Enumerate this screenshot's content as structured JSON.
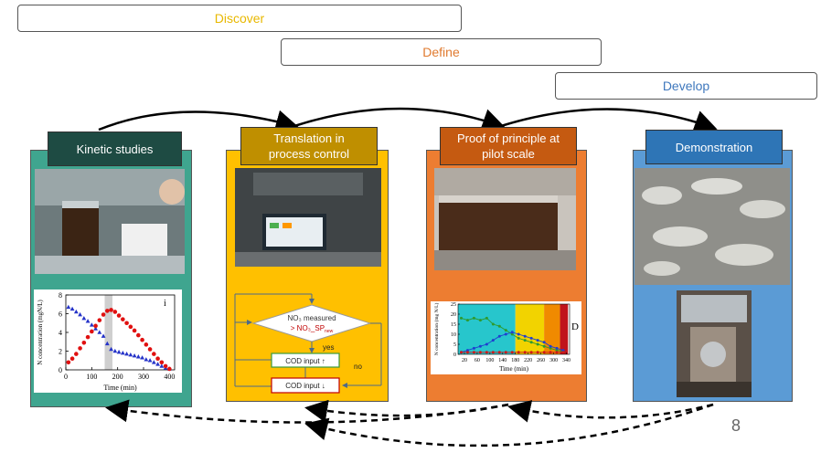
{
  "phases": {
    "discover": {
      "label": "Discover",
      "color": "#E8B800"
    },
    "define": {
      "label": "Define",
      "color": "#E07A2F"
    },
    "develop": {
      "label": "Develop",
      "color": "#3F78BD"
    }
  },
  "stages": [
    {
      "title": "Kinetic studies",
      "panel_color": "#3FA58F",
      "title_color": "#1E4B43"
    },
    {
      "title": "Translation in process control",
      "panel_color": "#FFC000",
      "title_color": "#BF8F00"
    },
    {
      "title": "Proof of principle at pilot scale",
      "panel_color": "#ED7D31",
      "title_color": "#C55A11"
    },
    {
      "title": "Demonstration",
      "panel_color": "#5B9BD5",
      "title_color": "#2E75B6"
    }
  ],
  "flowchart": {
    "decision": "NO₃ measured",
    "decision_line2": "> NO₃_SP",
    "decision_sub": "new",
    "yes": "yes",
    "no": "no",
    "cod_up": "COD input ↑",
    "cod_down": "COD input ↓"
  },
  "page_number": "8",
  "chart_data": [
    {
      "type": "scatter",
      "panel_label": "i",
      "xlabel": "Time (min)",
      "ylabel": "N concentration (mgN/L)",
      "xlim": [
        0,
        420
      ],
      "ylim": [
        0,
        8
      ],
      "xticks": [
        0,
        100,
        200,
        300,
        400
      ],
      "yticks": [
        0,
        2,
        4,
        6,
        8
      ],
      "shaded_x": [
        150,
        180
      ],
      "series": [
        {
          "marker": "triangle",
          "color": "#2432C8",
          "x": [
            10,
            25,
            40,
            55,
            70,
            85,
            100,
            115,
            130,
            145,
            160,
            175,
            190,
            205,
            220,
            235,
            250,
            265,
            280,
            295,
            310,
            325,
            340,
            355,
            370,
            385,
            400
          ],
          "y": [
            6.7,
            6.5,
            6.2,
            5.9,
            5.5,
            5.2,
            4.8,
            4.4,
            4.0,
            3.6,
            2.8,
            2.2,
            2.0,
            1.9,
            1.8,
            1.7,
            1.6,
            1.5,
            1.4,
            1.3,
            1.1,
            1.0,
            0.8,
            0.6,
            0.4,
            0.2,
            0.1
          ]
        },
        {
          "marker": "circle",
          "color": "#E01010",
          "x": [
            10,
            25,
            40,
            55,
            70,
            85,
            100,
            115,
            130,
            145,
            160,
            175,
            190,
            205,
            220,
            235,
            250,
            265,
            280,
            295,
            310,
            325,
            340,
            355,
            370,
            385,
            400
          ],
          "y": [
            0.8,
            1.2,
            1.7,
            2.3,
            2.9,
            3.5,
            4.1,
            4.7,
            5.3,
            5.9,
            6.3,
            6.4,
            6.2,
            5.8,
            5.4,
            5.0,
            4.6,
            4.2,
            3.7,
            3.2,
            2.7,
            2.2,
            1.7,
            1.2,
            0.8,
            0.4,
            0.1
          ]
        }
      ]
    },
    {
      "type": "line",
      "panel_label": "D",
      "xlabel": "Time (min)",
      "ylabel": "N concentration (mg N/L)",
      "xlim": [
        0,
        350
      ],
      "ylim": [
        0,
        25
      ],
      "xticks": [
        20,
        60,
        100,
        140,
        180,
        220,
        260,
        300,
        340
      ],
      "yticks": [
        0,
        5,
        10,
        15,
        20,
        25
      ],
      "bands": [
        {
          "from": 0,
          "to": 180,
          "color": "#27C6CC"
        },
        {
          "from": 180,
          "to": 270,
          "color": "#F2D300"
        },
        {
          "from": 270,
          "to": 320,
          "color": "#F08A00"
        },
        {
          "from": 320,
          "to": 345,
          "color": "#C0141C"
        }
      ],
      "series": [
        {
          "color": "#2E9A2E",
          "x": [
            10,
            30,
            50,
            70,
            90,
            110,
            130,
            150,
            170,
            190,
            210,
            230,
            250,
            270,
            290,
            310,
            330
          ],
          "y": [
            18,
            17,
            18,
            17,
            18,
            15,
            14,
            12,
            10,
            8,
            7,
            6,
            5,
            4,
            3,
            2,
            1.5
          ]
        },
        {
          "color": "#1E3FD0",
          "x": [
            10,
            30,
            50,
            70,
            90,
            110,
            130,
            150,
            170,
            190,
            210,
            230,
            250,
            270,
            290,
            310,
            330
          ],
          "y": [
            1,
            2,
            3,
            4,
            5,
            7,
            9,
            10,
            11,
            10,
            9,
            8,
            7,
            6,
            4,
            3,
            2
          ]
        },
        {
          "color": "#D01818",
          "x": [
            10,
            30,
            50,
            70,
            90,
            110,
            130,
            150,
            170,
            190,
            210,
            230,
            250,
            270,
            290,
            310,
            330
          ],
          "y": [
            1,
            1,
            1,
            1,
            1,
            1,
            1,
            1,
            1,
            1,
            1,
            1,
            1,
            1,
            1,
            1,
            1
          ]
        }
      ]
    }
  ]
}
